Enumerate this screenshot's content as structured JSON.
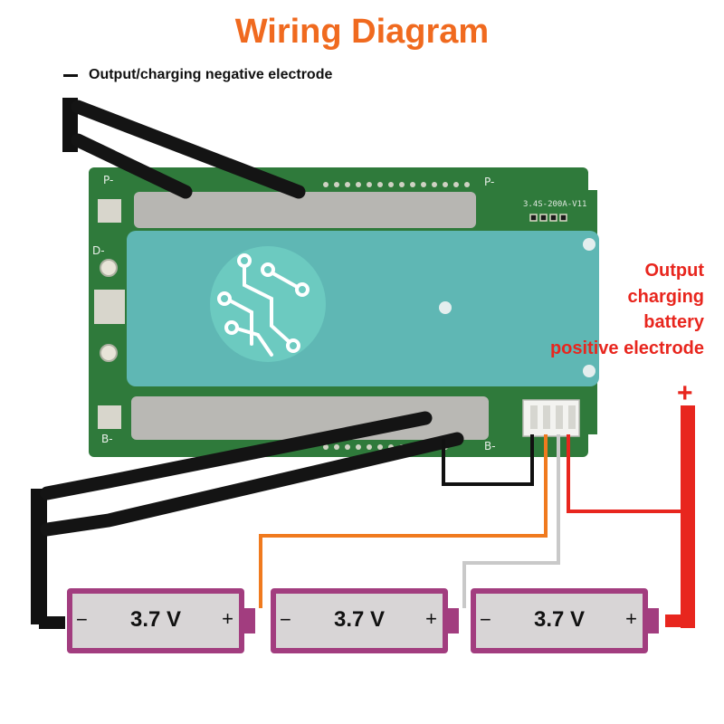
{
  "diagram": {
    "title": "Wiring Diagram",
    "negative_terminal": {
      "symbol": "—",
      "label": "Output/charging negative electrode"
    },
    "positive_terminal": {
      "symbol": "+",
      "label_lines": [
        "Output",
        "charging",
        "battery",
        "positive electrode"
      ]
    },
    "board": {
      "model_code": "3.4S-200A-V11",
      "pad_labels": {
        "p_minus_left": "P-",
        "p_minus_right": "P-",
        "b_minus_left": "B-",
        "b_minus_right": "B-",
        "d_minus": "D-"
      }
    },
    "cells": [
      {
        "minus": "−",
        "voltage": "3.7 V",
        "plus": "+"
      },
      {
        "minus": "−",
        "voltage": "3.7 V",
        "plus": "+"
      },
      {
        "minus": "−",
        "voltage": "3.7 V",
        "plus": "+"
      }
    ],
    "wire_colors": {
      "negative": "#111111",
      "orange": "#f07a1e",
      "grey": "#c9c9c9",
      "red": "#e8261e",
      "board": "#2f7a3b",
      "cover": "#5fb7b4",
      "logo": "#6ccac0"
    }
  }
}
